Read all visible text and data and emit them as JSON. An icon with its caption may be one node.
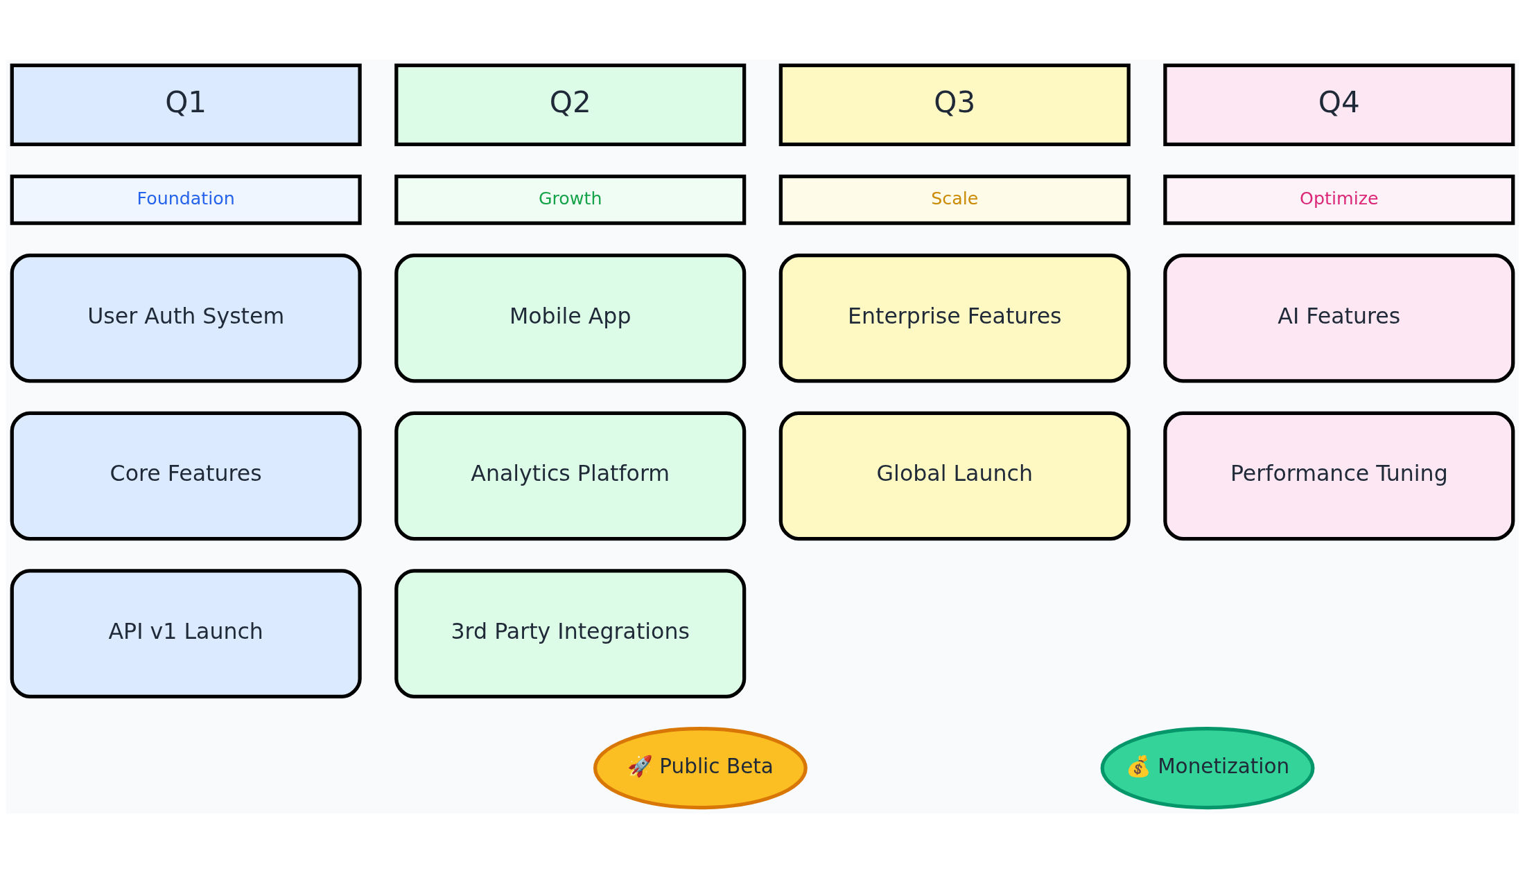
{
  "diagram": {
    "nodes": [
      {
        "text": [
          "Q1"
        ]
      },
      {
        "text": [
          "Q2"
        ]
      },
      {
        "text": [
          "Q3"
        ]
      },
      {
        "text": [
          "Q4"
        ]
      },
      {
        "text": [
          "Foundation"
        ]
      },
      {
        "text": [
          "Growth"
        ]
      },
      {
        "text": [
          "Scale"
        ]
      },
      {
        "text": [
          "Optimize"
        ]
      },
      {
        "text": [
          "User Auth System"
        ]
      },
      {
        "text": [
          "Mobile App"
        ]
      },
      {
        "text": [
          "Enterprise Features"
        ]
      },
      {
        "text": [
          "AI Features"
        ]
      },
      {
        "text": [
          "Core Features"
        ]
      },
      {
        "text": [
          "Analytics Platform"
        ]
      },
      {
        "text": [
          "Global Launch"
        ]
      },
      {
        "text": [
          "Performance Tuning"
        ]
      },
      {
        "text": [
          "API v1 Launch"
        ]
      },
      {
        "text": [
          "3rd Party Integrations"
        ]
      },
      {
        "text": [
          "🚀 Public Beta"
        ]
      },
      {
        "text": [
          "💰 Monetization"
        ]
      }
    ],
    "edges": []
  }
}
